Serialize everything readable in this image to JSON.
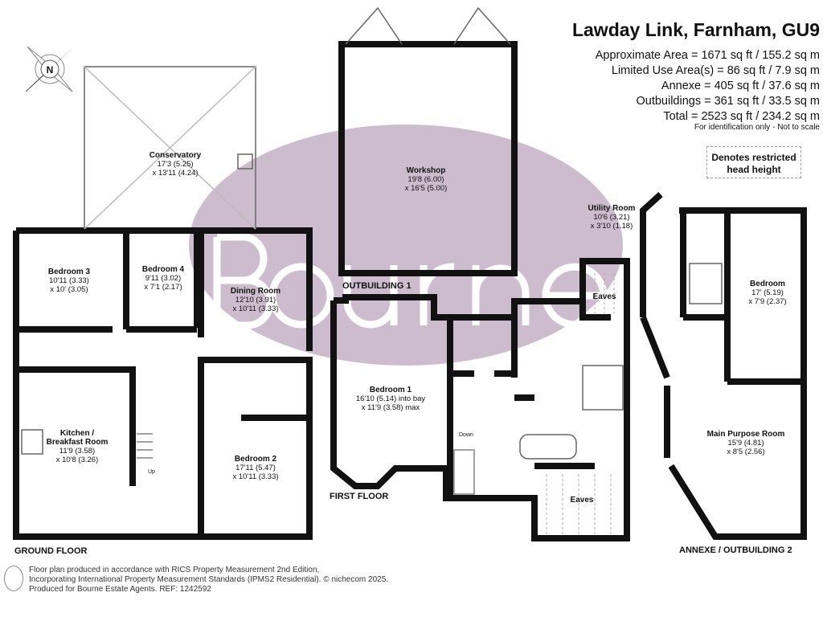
{
  "header": {
    "title": "Lawday Link, Farnham, GU9",
    "areas": [
      "Approximate Area = 1671 sq ft / 155.2 sq m",
      "Limited Use Area(s) = 86 sq ft / 7.9 sq m",
      "Annexe = 405 sq ft / 37.6 sq m",
      "Outbuildings = 361 sq ft / 33.5 sq m",
      "Total = 2523 sq ft / 234.2 sq m"
    ],
    "note": "For identification only - Not to scale",
    "legend": "Denotes restricted head height"
  },
  "watermark": "Bourne",
  "compass": "N",
  "rooms": {
    "conservatory": {
      "name": "Conservatory",
      "dim1": "17'3 (5.25)",
      "dim2": "x 13'11 (4.24)"
    },
    "bedroom3": {
      "name": "Bedroom 3",
      "dim1": "10'11 (3.33)",
      "dim2": "x 10' (3.05)"
    },
    "bedroom4": {
      "name": "Bedroom 4",
      "dim1": "9'11 (3.02)",
      "dim2": "x 7'1 (2.17)"
    },
    "dining": {
      "name": "Dining Room",
      "dim1": "12'10 (3.91)",
      "dim2": "x 10'11 (3.33)"
    },
    "kitchen": {
      "name": "Kitchen /",
      "name2": "Breakfast Room",
      "dim1": "11'9 (3.58)",
      "dim2": "x 10'8 (3.26)"
    },
    "bedroom2": {
      "name": "Bedroom 2",
      "dim1": "17'11 (5.47)",
      "dim2": "x 10'11 (3.33)"
    },
    "workshop": {
      "name": "Workshop",
      "dim1": "19'8 (6.00)",
      "dim2": "x 16'5 (5.00)"
    },
    "bedroom1": {
      "name": "Bedroom 1",
      "dim1": "16'10 (5.14) into bay",
      "dim2": "x 11'9 (3.58) max"
    },
    "eaves1": {
      "name": "Eaves"
    },
    "eaves2": {
      "name": "Eaves"
    },
    "utility": {
      "name": "Utility Room",
      "dim1": "10'6 (3.21)",
      "dim2": "x 3'10 (1.18)"
    },
    "annexBedroom": {
      "name": "Bedroom",
      "dim1": "17' (5.19)",
      "dim2": "x 7'9 (2.37)"
    },
    "mainPurpose": {
      "name": "Main Purpose Room",
      "dim1": "15'9 (4.81)",
      "dim2": "x 8'5 (2.56)"
    }
  },
  "stairs": {
    "up": "Up",
    "down": "Down"
  },
  "floors": {
    "ground": "GROUND FLOOR",
    "first": "FIRST FLOOR",
    "outbuilding1": "OUTBUILDING 1",
    "annexe": "ANNEXE / OUTBUILDING 2"
  },
  "footer": {
    "line1": "Floor plan produced in accordance with RICS Property Measurement 2nd Edition,",
    "line2": "Incorporating International Property Measurement Standards (IPMS2 Residential).   © nichecom 2025.",
    "line3": "Produced for Bourne Estate Agents.   REF:  1242592"
  }
}
